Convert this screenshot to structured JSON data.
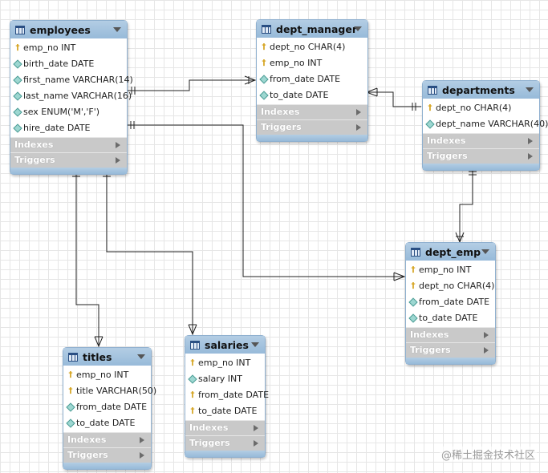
{
  "tables": {
    "employees": {
      "name": "employees",
      "columns": [
        {
          "text": "emp_no INT",
          "icon": "key-icon"
        },
        {
          "text": "birth_date DATE",
          "icon": "diamond-icon"
        },
        {
          "text": "first_name VARCHAR(14)",
          "icon": "diamond-icon"
        },
        {
          "text": "last_name VARCHAR(16)",
          "icon": "diamond-icon"
        },
        {
          "text": "sex ENUM('M','F')",
          "icon": "diamond-icon"
        },
        {
          "text": "hire_date DATE",
          "icon": "diamond-icon"
        }
      ],
      "sections": [
        "Indexes",
        "Triggers"
      ]
    },
    "dept_manager": {
      "name": "dept_manager",
      "columns": [
        {
          "text": "dept_no CHAR(4)",
          "icon": "key-icon"
        },
        {
          "text": "emp_no INT",
          "icon": "key-icon"
        },
        {
          "text": "from_date DATE",
          "icon": "diamond-icon"
        },
        {
          "text": "to_date DATE",
          "icon": "diamond-icon"
        }
      ],
      "sections": [
        "Indexes",
        "Triggers"
      ]
    },
    "departments": {
      "name": "departments",
      "columns": [
        {
          "text": "dept_no CHAR(4)",
          "icon": "key-icon"
        },
        {
          "text": "dept_name VARCHAR(40)",
          "icon": "diamond-icon"
        }
      ],
      "sections": [
        "Indexes",
        "Triggers"
      ]
    },
    "dept_emp": {
      "name": "dept_emp",
      "columns": [
        {
          "text": "emp_no INT",
          "icon": "key-icon"
        },
        {
          "text": "dept_no CHAR(4)",
          "icon": "key-icon"
        },
        {
          "text": "from_date DATE",
          "icon": "diamond-icon"
        },
        {
          "text": "to_date DATE",
          "icon": "diamond-icon"
        }
      ],
      "sections": [
        "Indexes",
        "Triggers"
      ]
    },
    "titles": {
      "name": "titles",
      "columns": [
        {
          "text": "emp_no INT",
          "icon": "key-icon"
        },
        {
          "text": "title VARCHAR(50)",
          "icon": "key-icon"
        },
        {
          "text": "from_date DATE",
          "icon": "diamond-icon"
        },
        {
          "text": "to_date DATE",
          "icon": "diamond-icon"
        }
      ],
      "sections": [
        "Indexes",
        "Triggers"
      ]
    },
    "salaries": {
      "name": "salaries",
      "columns": [
        {
          "text": "emp_no INT",
          "icon": "key-icon"
        },
        {
          "text": "salary INT",
          "icon": "diamond-icon"
        },
        {
          "text": "from_date DATE",
          "icon": "key-icon"
        },
        {
          "text": "to_date DATE",
          "icon": "key-icon"
        }
      ],
      "sections": [
        "Indexes",
        "Triggers"
      ]
    }
  },
  "relationships": [
    {
      "from": "employees",
      "to": "dept_manager",
      "cardinality": "one-to-many"
    },
    {
      "from": "departments",
      "to": "dept_manager",
      "cardinality": "one-to-many"
    },
    {
      "from": "departments",
      "to": "dept_emp",
      "cardinality": "one-to-many"
    },
    {
      "from": "employees",
      "to": "dept_emp",
      "cardinality": "one-to-many"
    },
    {
      "from": "employees",
      "to": "titles",
      "cardinality": "one-to-many"
    },
    {
      "from": "employees",
      "to": "salaries",
      "cardinality": "one-to-many"
    }
  ],
  "watermark": "@稀土掘金技术社区",
  "colors": {
    "header": "#97bad9",
    "section": "#c9c9c9",
    "line": "#222222"
  }
}
